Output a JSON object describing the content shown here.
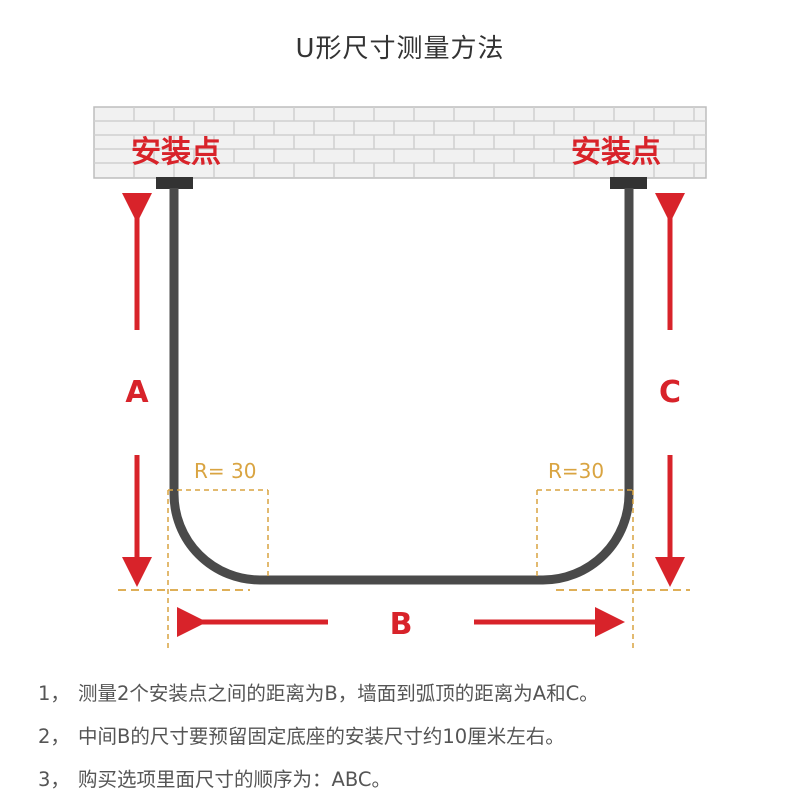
{
  "title": "U形尺寸测量方法",
  "diagram": {
    "mount_label_left": "安装点",
    "mount_label_right": "安装点",
    "dim_a": "A",
    "dim_b": "B",
    "dim_c": "C",
    "radius_left": "R= 30",
    "radius_right": "R=30",
    "colors": {
      "red": "#d8232a",
      "rod": "#4a4a4a",
      "guide": "#d9a441",
      "brick": "#c9c9c9"
    }
  },
  "notes": [
    {
      "num": "1，",
      "text": "测量2个安装点之间的距离为B，墙面到弧顶的距离为A和C。"
    },
    {
      "num": "2，",
      "text": "中间B的尺寸要预留固定底座的安装尺寸约10厘米左右。"
    },
    {
      "num": "3，",
      "text": "购买选项里面尺寸的顺序为：ABC。"
    }
  ]
}
